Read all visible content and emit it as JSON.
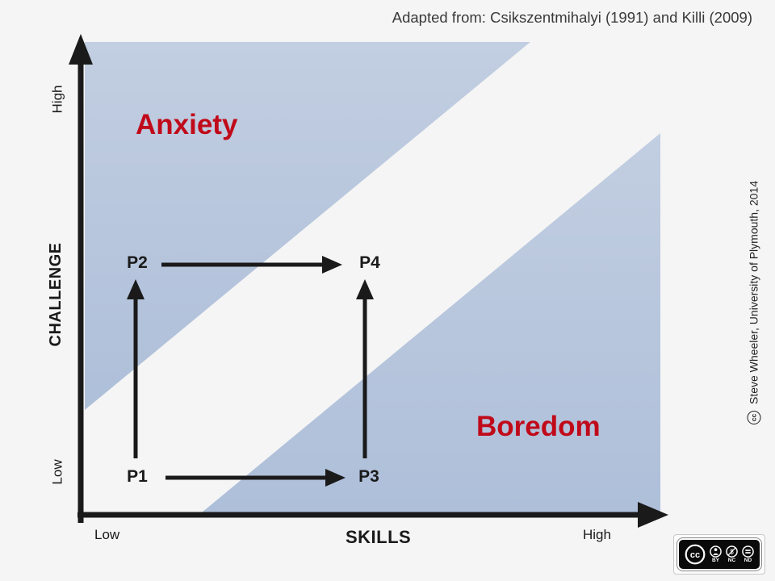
{
  "title": "Adapted from: Csikszentmihalyi (1991) and Killi (2009)",
  "colors": {
    "background": "#f5f5f5",
    "ink": "#1a1a1a",
    "title-gray": "#3a3a3a",
    "region-blue": "#aebfd9",
    "region-blue-light": "#c2cee1",
    "region-label-red": "#c00a1a"
  },
  "chart": {
    "type": "flow-channel-diagram",
    "x_axis": {
      "label": "SKILLS",
      "low": "Low",
      "high": "High"
    },
    "y_axis": {
      "label": "CHALLENGE",
      "low": "Low",
      "high": "High"
    },
    "regions": {
      "anxiety": "Anxiety",
      "boredom": "Boredom"
    },
    "points": {
      "p1": "P1",
      "p2": "P2",
      "p3": "P3",
      "p4": "P4"
    },
    "transitions": [
      "P1→P2",
      "P1→P3",
      "P2→P4",
      "P3→P4"
    ]
  },
  "credit": {
    "cc_symbol": "cc",
    "text": "Steve Wheeler, University of Plymouth, 2014"
  },
  "license": {
    "cc_logo": "cc",
    "terms": [
      "BY",
      "NC",
      "ND"
    ]
  }
}
